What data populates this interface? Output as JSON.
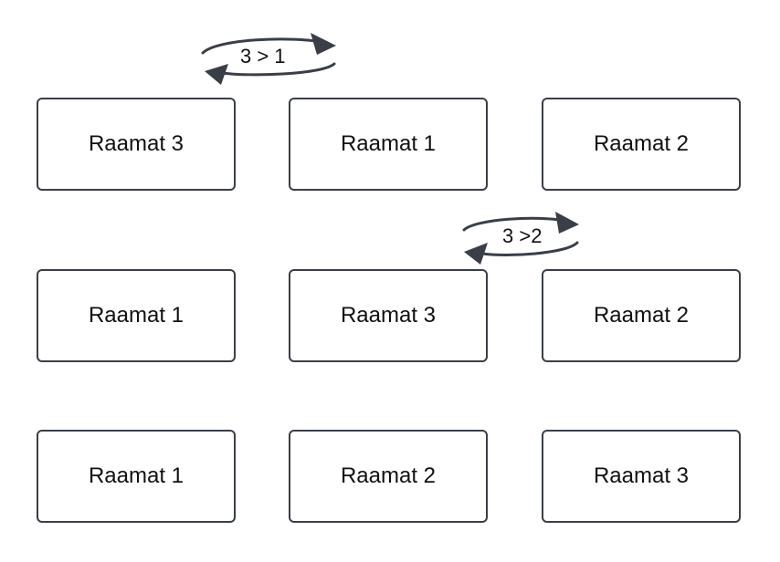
{
  "rows": [
    {
      "boxes": [
        "Raamat 3",
        "Raamat 1",
        "Raamat 2"
      ]
    },
    {
      "boxes": [
        "Raamat 1",
        "Raamat 3",
        "Raamat 2"
      ]
    },
    {
      "boxes": [
        "Raamat 1",
        "Raamat 2",
        "Raamat 3"
      ]
    }
  ],
  "swaps": [
    {
      "label": "3 > 1"
    },
    {
      "label": "3 >2"
    }
  ],
  "colors": {
    "stroke": "#3a3f47",
    "text": "#111111",
    "background": "#ffffff"
  }
}
